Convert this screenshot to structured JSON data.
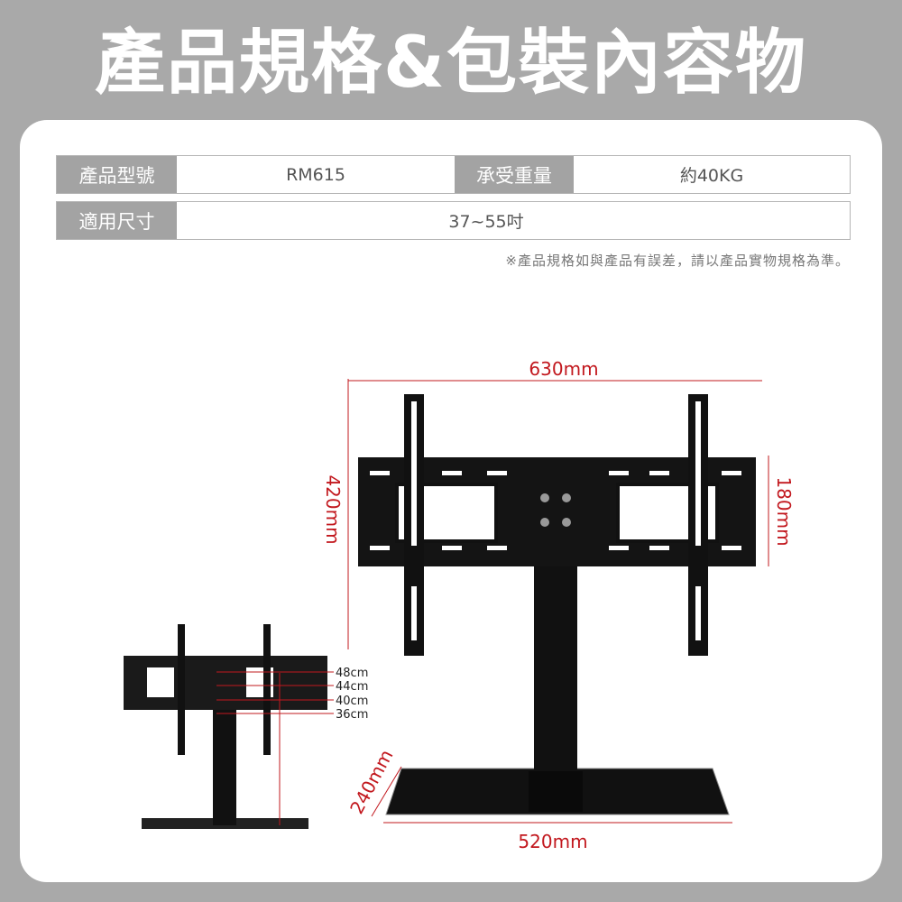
{
  "title": "產品規格&包裝內容物",
  "specs": {
    "model_label": "產品型號",
    "model_value": "RM615",
    "load_label": "承受重量",
    "load_value": "約40KG",
    "size_label": "適用尺寸",
    "size_value": "37~55吋"
  },
  "note": "※產品規格如與產品有誤差，請以產品實物規格為準。",
  "dimensions": {
    "width": "630mm",
    "height": "420mm",
    "plate_height": "180mm",
    "base_width": "520mm",
    "base_depth": "240mm"
  },
  "height_options": [
    "48cm",
    "44cm",
    "40cm",
    "36cm"
  ],
  "colors": {
    "background": "#a9a9a9",
    "label_cell": "#a3a3a3",
    "dimension": "#c2181e"
  }
}
